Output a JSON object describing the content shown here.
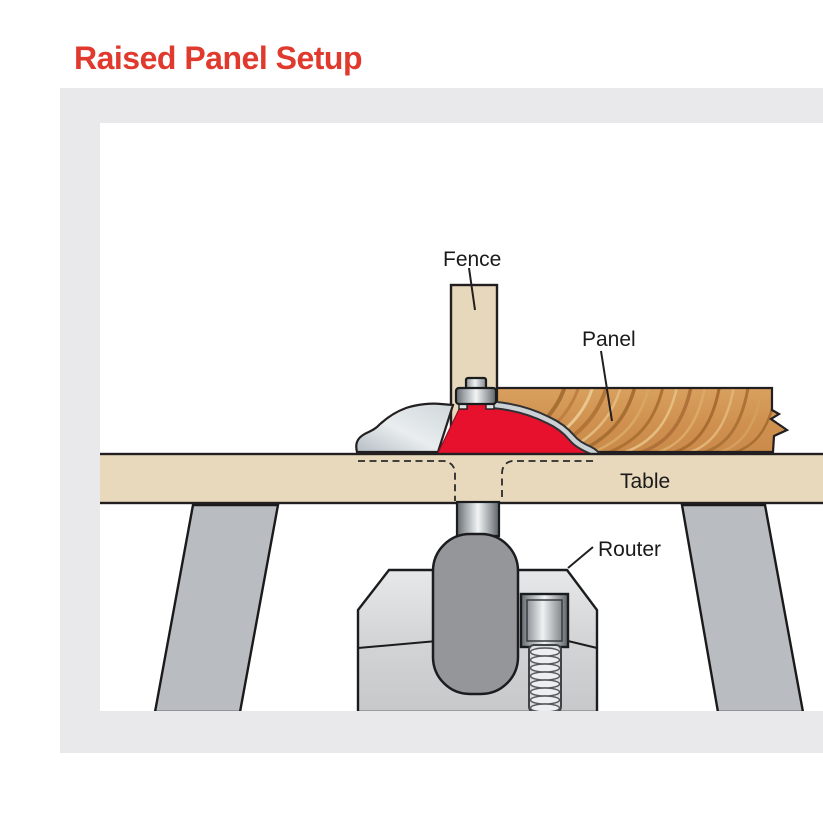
{
  "title": {
    "text": "Raised Panel Setup",
    "color": "#e0392e"
  },
  "diagram": {
    "labels": {
      "fence": "Fence",
      "panel": "Panel",
      "table": "Table",
      "router": "Router"
    },
    "colors": {
      "frame_gray": "#e9e9ec",
      "table_tan": "#e8d9bd",
      "fence_tan": "#e7d8bb",
      "wood_base": "#d59a58",
      "wood_grain_dark": "#a86f33",
      "wood_grain_light": "#e9c68e",
      "bit_red": "#e8112d",
      "leg_gray": "#b9bdc2",
      "motor_gray": "#95969a",
      "base_gray": "#d6d8da",
      "cut_edge_silver": "#ccd1d5",
      "outline": "#231f20"
    }
  }
}
